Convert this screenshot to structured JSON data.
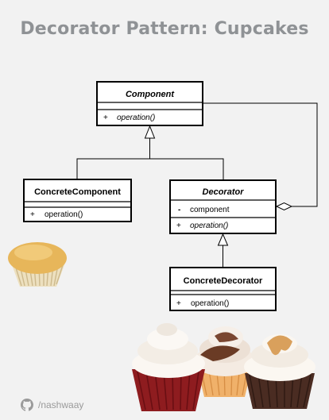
{
  "title": "Decorator Pattern: Cupcakes",
  "colors": {
    "title": "#8f9295",
    "line": "#000000",
    "background": "#f2f2f2"
  },
  "classes": {
    "component": {
      "name": "Component",
      "abstract": true,
      "members": [
        {
          "symbol": "+",
          "text": "operation()",
          "italic": true
        }
      ]
    },
    "concrete_component": {
      "name": "ConcreteComponent",
      "abstract": false,
      "members": [
        {
          "symbol": "+",
          "text": "operation()",
          "italic": false
        }
      ]
    },
    "decorator": {
      "name": "Decorator",
      "abstract": true,
      "members": [
        {
          "symbol": "-",
          "text": "component",
          "italic": false
        },
        {
          "symbol": "+",
          "text": "operation()",
          "italic": true
        }
      ]
    },
    "concrete_decorator": {
      "name": "ConcreteDecorator",
      "abstract": false,
      "members": [
        {
          "symbol": "+",
          "text": "operation()",
          "italic": false
        }
      ]
    }
  },
  "images": {
    "plain_cupcake": "plain-cupcake-photo",
    "decorated_cupcakes": "frosted-cupcakes-photo"
  },
  "footer": {
    "icon": "github-icon",
    "handle": "/nashwaay"
  }
}
